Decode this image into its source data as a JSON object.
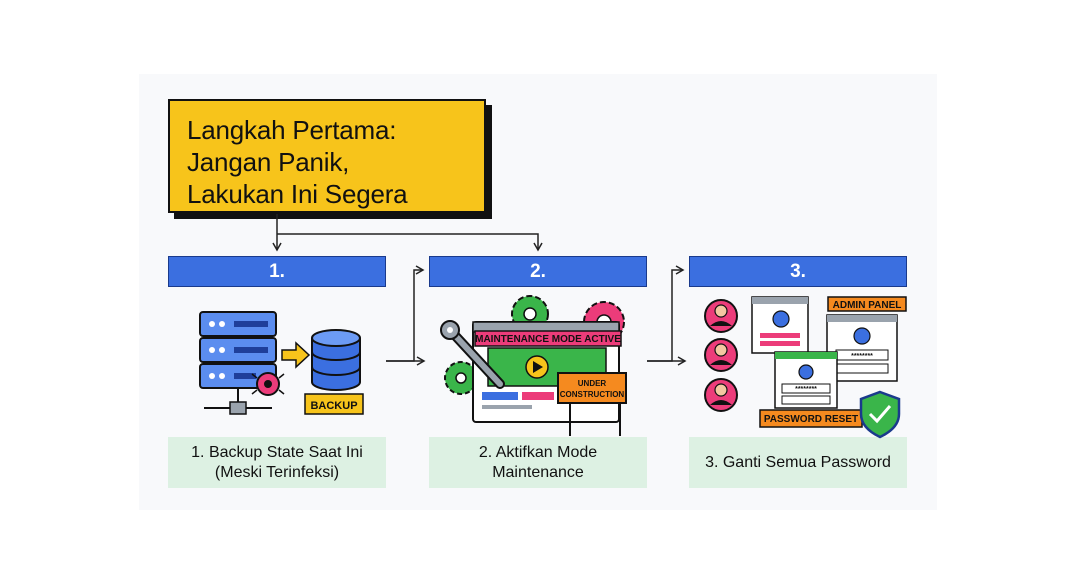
{
  "title": {
    "lines": [
      "Langkah Pertama:",
      "Jangan Panik,",
      "Lakukan Ini Segera"
    ]
  },
  "steps": [
    {
      "number": "1.",
      "caption_lines": [
        "1. Backup State Saat Ini",
        "(Meski Terinfeksi)"
      ],
      "icons": [
        "server-icon",
        "bug-icon",
        "arrow-right-icon",
        "database-icon"
      ],
      "labels": {
        "backup": "BACKUP"
      }
    },
    {
      "number": "2.",
      "caption_lines": [
        "2. Aktifkan Mode",
        "Maintenance"
      ],
      "icons": [
        "gear-icon",
        "wrench-icon",
        "browser-window-icon",
        "play-icon",
        "sign-icon"
      ],
      "labels": {
        "banner": "MAINTENANCE MODE ACTIVE",
        "sign_line1": "UNDER",
        "sign_line2": "CONSTRUCTION"
      }
    },
    {
      "number": "3.",
      "caption_lines": [
        "3. Ganti Semua Password"
      ],
      "icons": [
        "user-avatar-icon",
        "login-window-icon",
        "shield-check-icon"
      ],
      "labels": {
        "admin": "ADMIN PANEL",
        "reset": "PASSWORD RESET",
        "mask": "********"
      }
    }
  ],
  "colors": {
    "title_bg": "#f7c41b",
    "step_bar": "#3b6fe0",
    "caption_bg": "#ddf1e3",
    "accent_orange": "#f58a1f",
    "accent_pink": "#ec3c7a",
    "accent_green": "#3ab54a"
  }
}
